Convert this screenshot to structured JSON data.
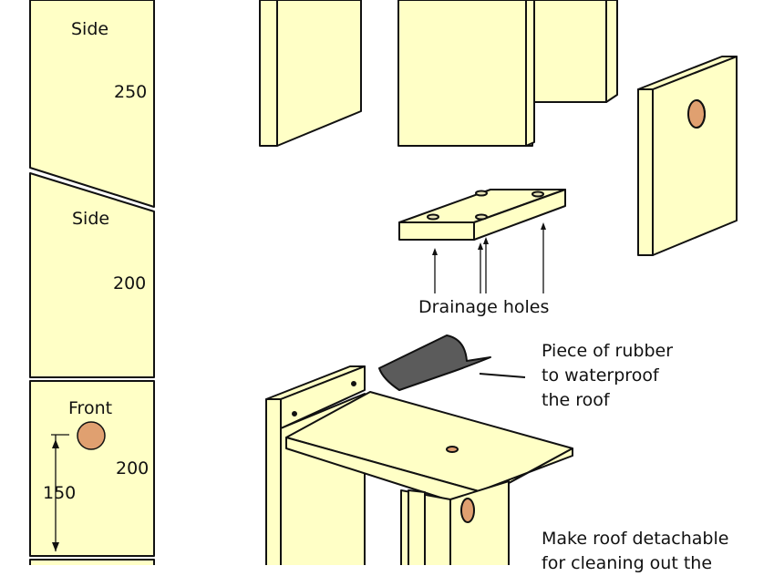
{
  "cut_list": {
    "side_1": {
      "name": "Side",
      "dimension": "250"
    },
    "side_2": {
      "name": "Side",
      "dimension": "200"
    },
    "front": {
      "name": "Front",
      "dimension": "200",
      "hole_height": "150"
    }
  },
  "callouts": {
    "drainage": "Drainage holes",
    "rubber_line_1": "Piece of rubber",
    "rubber_line_2": "to waterproof",
    "rubber_line_3": "the roof",
    "roof_line_1": "Make roof detachable",
    "roof_line_2": "for cleaning out the"
  },
  "colors": {
    "wood": "#ffffc6",
    "outline": "#111111",
    "entrance_hole": "#e0a070",
    "rubber": "#5b5b5b"
  }
}
